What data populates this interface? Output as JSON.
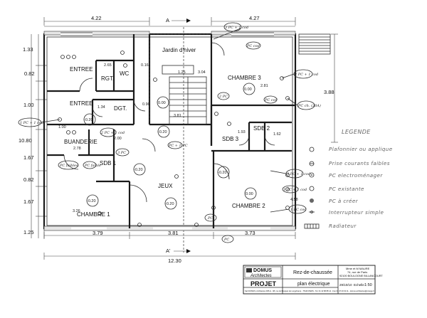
{
  "dimensions": {
    "top_left": "4.22",
    "top_right": "4.27",
    "section_top": "A",
    "section_bottom": "A'",
    "bottom_left": "3.79",
    "bottom_mid": "3.81",
    "bottom_right": "3.73",
    "bottom_total": "12.30",
    "left_1": "1.33",
    "left_2": "0.82",
    "left_3": "1.00",
    "left_total": "10.80",
    "left_4": "1.67",
    "left_5": "0.82",
    "left_6": "1.67",
    "left_7": "1.25",
    "right_1": "3.88",
    "inner_265": "2.65",
    "inner_134": "1.34",
    "inner_100": "1.00",
    "inner_200": "2.00",
    "inner_278": "2.78",
    "inner_326": "3.26",
    "inner_281": "2.81",
    "inner_193": "1.93",
    "inner_162": "1.62",
    "inner_458": "4.58",
    "inner_381": "3.81",
    "inner_125": "1.25",
    "inner_304": "3.04",
    "inner_016": "0.16",
    "inner_090": "0.90"
  },
  "rooms": {
    "jardin": "Jardin d'hiver",
    "entree_top": "ENTREE",
    "rgt": "RGT.",
    "wc": "WC",
    "entree_mid": "ENTREE",
    "dgt": "DGT.",
    "buanderie": "BUANDERIE",
    "sdb1": "SDB 1",
    "jeux": "JEUX",
    "chambre1": "CHAMBRE 1",
    "chambre3": "CHAMBRE 3",
    "sdb2": "SDB 2",
    "sdb3": "SDB 3",
    "chambre2": "CHAMBRE 2"
  },
  "levels": {
    "l1": "0.00",
    "l2": "0.00",
    "l3": "-0.20",
    "l4": "-0.20",
    "l5": "-0.20",
    "l6": "-0.20",
    "l7": "0.00",
    "l8": "-0.20",
    "l9": "-0.20"
  },
  "annotations": {
    "a1": "3 PC + 1 cod",
    "a2": "PC cod",
    "a3": "2 PC + 1 cod",
    "a4": "PC ch. (20A)",
    "a5": "2 PC",
    "a6": "PC cod",
    "a7": "1 PC + 1 cod",
    "a8": "PC faibles",
    "a9": "2 PC + 1 cod",
    "a10": "3 PC",
    "a11": "PC faible",
    "a12": "PC + 1 PC",
    "a13": "PC",
    "a14": "1 PC cod",
    "a15": "3 PC + 1 cod",
    "a16": "1 PC + 1 cod",
    "a17": "PC"
  },
  "legend": {
    "title": "LEGENDE",
    "items": [
      "Plafonnier ou applique",
      "Prise courants faibles",
      "PC electroménager",
      "PC existante",
      "PC à créer",
      "Interrupteur simple",
      "Radiateur"
    ]
  },
  "title_block": {
    "logo_top": "DOMUS",
    "logo_bottom": "Architectes",
    "level": "Rez-de-chaussée",
    "client": "Mme et M MAURE",
    "address1": "74, rue de Paris",
    "address2": "92100 BOULOGNE BILLANCOURT",
    "projet": "PROJET",
    "plan": "plan électrique",
    "date": "29/10/10",
    "echelle": "Echelle",
    "echelle_value": "1:50",
    "footer": "Sarl DOMUS, Architectes DPLG - 98, rue du Bouquet de Longchamp - 75116 PARIS - Tel. 01 42 88 88 14 - Fax 01 47 20 02 11 - domus.architectes@orange.fr"
  }
}
